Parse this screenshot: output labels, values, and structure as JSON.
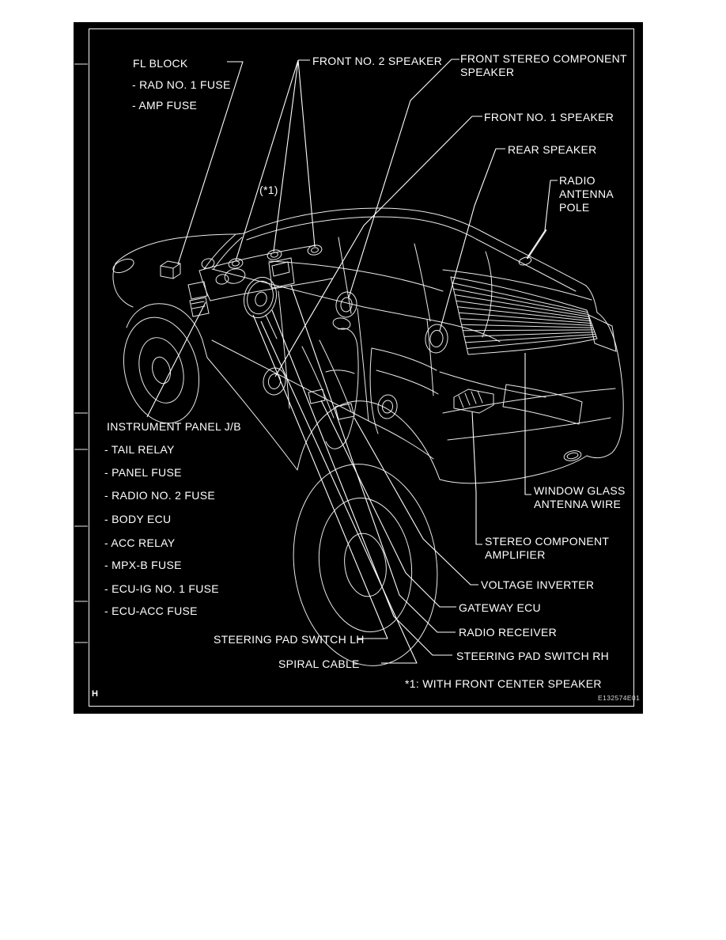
{
  "figure": {
    "page_marker": "H",
    "figure_code": "E132574E01",
    "footnote": "*1: WITH FRONT CENTER SPEAKER",
    "center_speaker_marker": "(*1)"
  },
  "colors": {
    "page_bg": "#ffffff",
    "panel_bg": "#000000",
    "line": "#ffffff"
  },
  "callouts": {
    "fl_block": {
      "title": "FL BLOCK",
      "items": [
        "- RAD NO. 1 FUSE",
        "- AMP FUSE"
      ]
    },
    "front_no2_speaker": "FRONT NO. 2 SPEAKER",
    "front_stereo_component_speaker": "FRONT STEREO COMPONENT SPEAKER",
    "front_no1_speaker": "FRONT NO. 1 SPEAKER",
    "rear_speaker": "REAR SPEAKER",
    "radio_antenna_pole": "RADIO ANTENNA POLE",
    "instrument_panel_jb": {
      "title": "INSTRUMENT PANEL J/B",
      "items": [
        "- TAIL RELAY",
        "- PANEL FUSE",
        "- RADIO NO. 2 FUSE",
        "- BODY ECU",
        "- ACC RELAY",
        "- MPX-B FUSE",
        "- ECU-IG NO. 1 FUSE",
        "- ECU-ACC FUSE"
      ]
    },
    "steering_pad_switch_lh": "STEERING PAD SWITCH LH",
    "spiral_cable": "SPIRAL CABLE",
    "window_glass_antenna_wire": "WINDOW GLASS ANTENNA WIRE",
    "stereo_component_amplifier": "STEREO COMPONENT AMPLIFIER",
    "voltage_inverter": "VOLTAGE INVERTER",
    "gateway_ecu": "GATEWAY ECU",
    "radio_receiver": "RADIO RECEIVER",
    "steering_pad_switch_rh": "STEERING PAD SWITCH RH"
  }
}
